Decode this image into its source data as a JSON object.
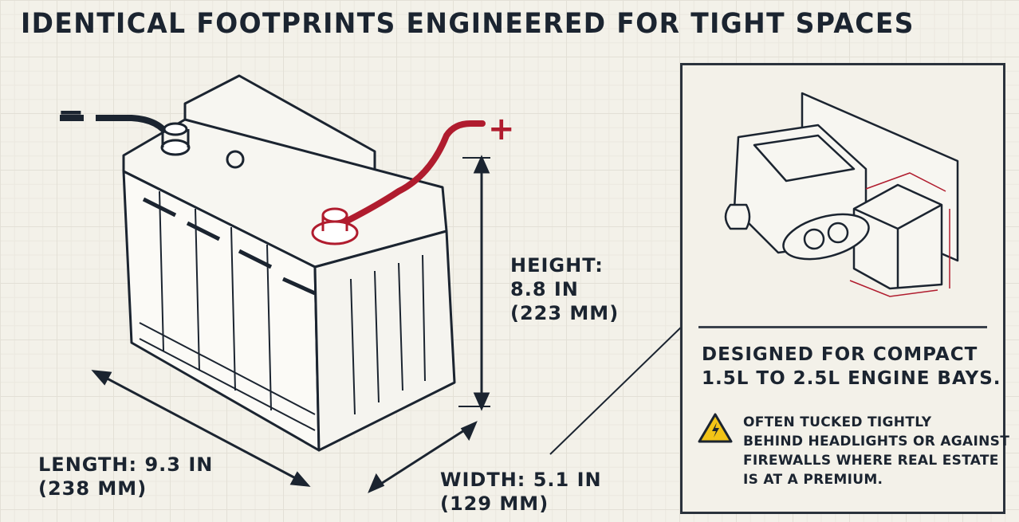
{
  "title": "IDENTICAL FOOTPRINTS ENGINEERED FOR TIGHT SPACES",
  "terminals": {
    "negative": "−",
    "positive": "+"
  },
  "dimensions": {
    "height": {
      "label": "HEIGHT:",
      "value": "8.8 IN",
      "metric": "(223 MM)"
    },
    "length": {
      "label": "LENGTH: 9.3 IN",
      "metric": "(238 MM)"
    },
    "width": {
      "label": "WIDTH: 5.1 IN",
      "metric": "(129 MM)"
    }
  },
  "panel": {
    "headline": [
      "DESIGNED FOR COMPACT",
      "1.5L TO 2.5L ENGINE BAYS."
    ],
    "warning": [
      "OFTEN TUCKED TIGHTLY",
      "BEHIND HEADLIGHTS OR AGAINST",
      "FIREWALLS WHERE REAL ESTATE",
      "IS AT A PREMIUM."
    ],
    "warning_icon": "high-voltage-warning-icon"
  },
  "colors": {
    "ink": "#1b2430",
    "accent": "#b01c2e",
    "warning": "#f2c417"
  }
}
